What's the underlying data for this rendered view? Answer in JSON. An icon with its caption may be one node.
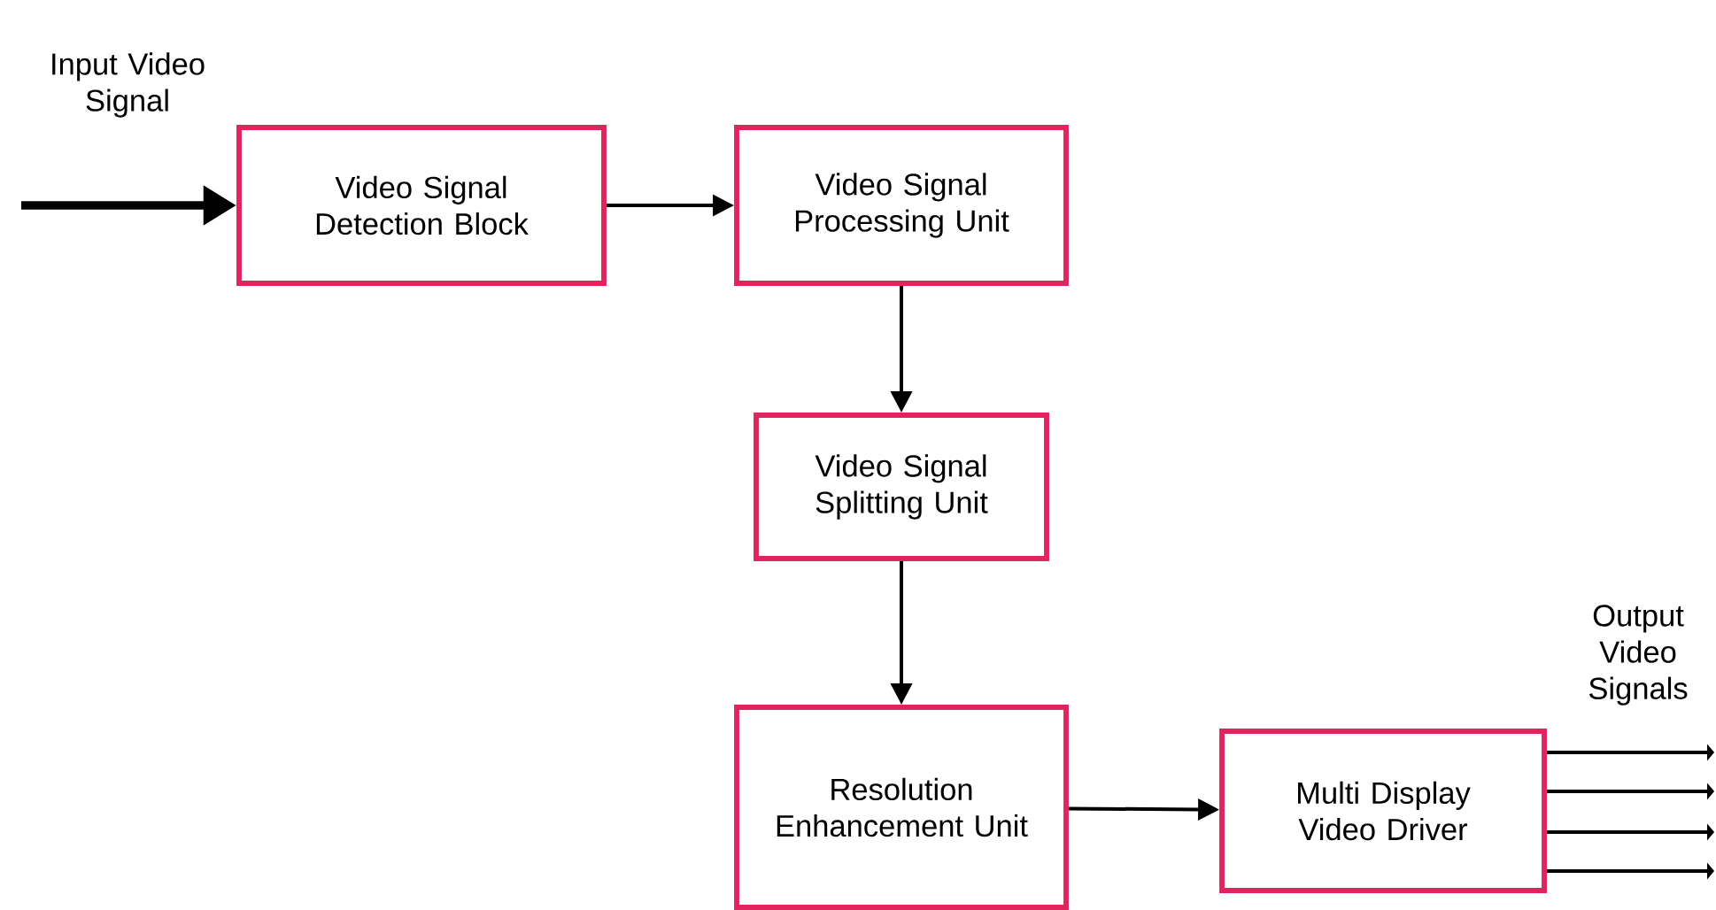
{
  "diagram": {
    "nodes": [
      {
        "text": [
          "Video Signal Detection Block"
        ]
      },
      {
        "text": [
          "Video Signal Processing Unit"
        ]
      },
      {
        "text": [
          "Video Signal Splitting Unit"
        ]
      },
      {
        "text": [
          "Resolution Enhancement Unit"
        ]
      },
      {
        "text": [
          "Multi Display Video Driver"
        ]
      }
    ],
    "edges": [
      {
        "from": null,
        "to": 0,
        "arrow": "to",
        "style": "thick"
      },
      {
        "from": 0,
        "to": 1,
        "arrow": "to"
      },
      {
        "from": 1,
        "to": 2,
        "arrow": "to"
      },
      {
        "from": 2,
        "to": 3,
        "arrow": "to"
      },
      {
        "from": 3,
        "to": 4,
        "arrow": "to"
      },
      {
        "from": 4,
        "to": null,
        "arrow": "to"
      },
      {
        "from": 4,
        "to": null,
        "arrow": "to"
      },
      {
        "from": 4,
        "to": null,
        "arrow": "to"
      },
      {
        "from": 4,
        "to": null,
        "arrow": "to"
      }
    ],
    "labels": [
      "Input Video Signal",
      "Output Video Signals"
    ]
  }
}
